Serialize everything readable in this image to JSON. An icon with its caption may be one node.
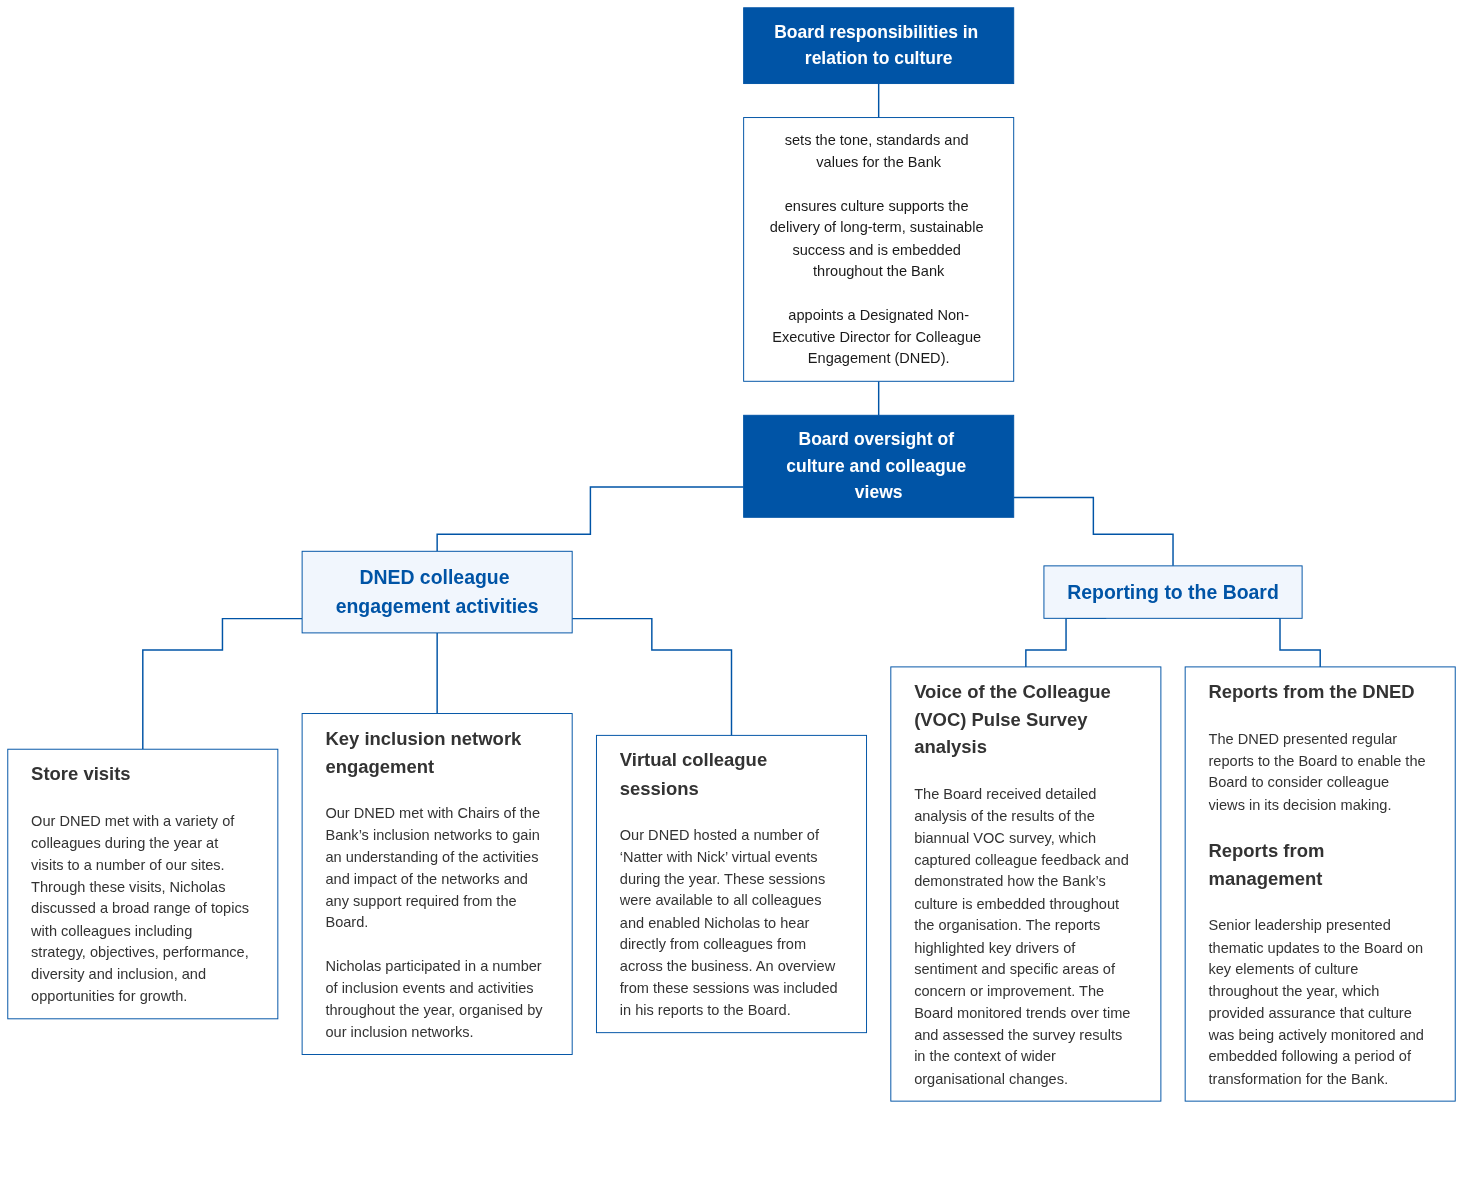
{
  "diagram": {
    "nodes": [
      {
        "text": [
          "Board responsibilities in relation to culture"
        ]
      },
      {
        "text": [
          "sets the tone, standards and values for the Bank",
          "ensures culture supports the delivery of long-term, sustainable success and is embedded throughout the Bank",
          "appoints a Designated Non-Executive Director for Colleague Engagement (DNED)."
        ]
      },
      {
        "text": [
          "Board oversight of culture and colleague views"
        ]
      },
      {
        "text": [
          "DNED colleague engagement activities"
        ]
      },
      {
        "text": [
          "Reporting to the Board"
        ]
      },
      {
        "text": [
          "Store visits",
          "Our DNED met with a variety of colleagues during the year at visits to a number of our sites. Through these visits, Nicholas discussed a broad range of topics with colleagues including strategy, objectives, performance, diversity and inclusion, and opportunities for growth."
        ]
      },
      {
        "text": [
          "Key inclusion network engagement",
          "Our DNED met with Chairs of the Bank’s inclusion networks to gain an understanding of the activities and impact of the networks and any support required from the Board.",
          "Nicholas participated in a number of inclusion events and activities throughout the year, organised by our inclusion networks."
        ]
      },
      {
        "text": [
          "Virtual colleague sessions",
          "Our DNED hosted a number of ‘Natter with Nick’ virtual events during the year. These sessions were available to all colleagues and enabled Nicholas to hear directly from colleagues from across the business. An overview from these sessions was included in his reports to the Board."
        ]
      },
      {
        "text": [
          "Voice of the Colleague (VOC) Pulse Survey analysis",
          "The Board received detailed analysis of the results of the biannual VOC survey, which captured colleague feedback and demonstrated how the Bank’s culture is embedded throughout the organisation. The reports highlighted key drivers of sentiment and specific areas of concern or improvement. The Board monitored trends over time and assessed the survey results in the context of wider organisational changes."
        ]
      },
      {
        "text": [
          "Reports from the DNED",
          "The DNED presented regular reports to the Board to enable the Board to consider colleague views in its decision making.",
          "Reports from management",
          "Senior leadership presented thematic updates to the Board on key elements of culture throughout the year, which provided assurance that culture was being actively monitored and embedded following a period of transformation for the Bank."
        ]
      }
    ],
    "edges": [
      {
        "from": 0,
        "to": 1,
        "arrow": "none"
      },
      {
        "from": 1,
        "to": 2,
        "arrow": "none"
      },
      {
        "from": 2,
        "to": 3,
        "arrow": "none"
      },
      {
        "from": 2,
        "to": 4,
        "arrow": "none"
      },
      {
        "from": 3,
        "to": 5,
        "arrow": "none"
      },
      {
        "from": 3,
        "to": 6,
        "arrow": "none"
      },
      {
        "from": 3,
        "to": 7,
        "arrow": "none"
      },
      {
        "from": 4,
        "to": 8,
        "arrow": "none"
      },
      {
        "from": 4,
        "to": 9,
        "arrow": "none"
      }
    ]
  }
}
